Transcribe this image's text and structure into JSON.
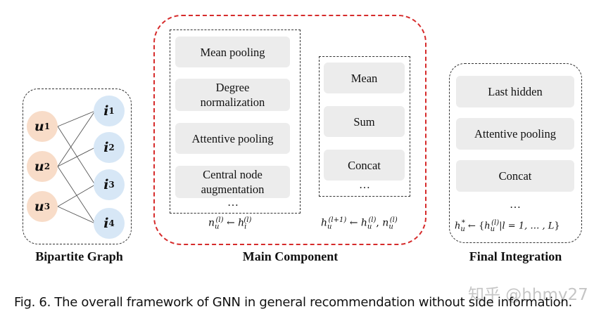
{
  "bipartite": {
    "users": [
      {
        "base": "u",
        "sub": "1"
      },
      {
        "base": "u",
        "sub": "2"
      },
      {
        "base": "u",
        "sub": "3"
      }
    ],
    "items": [
      {
        "base": "i",
        "sub": "1"
      },
      {
        "base": "i",
        "sub": "2"
      },
      {
        "base": "i",
        "sub": "3"
      },
      {
        "base": "i",
        "sub": "4"
      }
    ],
    "label": "Bipartite Graph"
  },
  "main": {
    "label": "Main Component",
    "aggregation_ops": [
      "Mean pooling",
      "Degree normalization",
      "Attentive pooling",
      "Central node augmentation"
    ],
    "aggregation_ellipsis": "…",
    "update_ops": [
      "Mean",
      "Sum",
      "Concat"
    ],
    "update_ellipsis": "…",
    "formula_left": {
      "lhs": "n",
      "lhs_sub": "u",
      "lhs_sup": "(l)",
      "arrow": "←",
      "rhs": "h",
      "rhs_sub": "i",
      "rhs_sup": "(l)"
    },
    "formula_right": {
      "lhs": "h",
      "lhs_sub": "u",
      "lhs_sup": "(l+1)",
      "arrow": "←",
      "a": "h",
      "a_sub": "u",
      "a_sup": "(l)",
      "sep": ",",
      "b": "n",
      "b_sub": "u",
      "b_sup": "(l)"
    }
  },
  "final": {
    "label": "Final Integration",
    "ops": [
      "Last hidden",
      "Attentive pooling",
      "Concat"
    ],
    "ellipsis": "…",
    "formula": {
      "lhs": "h",
      "lhs_sub": "u",
      "lhs_sup": "*",
      "arrow": "←",
      "open": "{",
      "h": "h",
      "h_sub": "u",
      "h_sup": "(l)",
      "cond": "|l = 1, … , L",
      "close": "}"
    }
  },
  "caption": "Fig. 6.  The overall framework of GNN in general recommendation without side information.",
  "watermark": "知乎 @hhmy27"
}
